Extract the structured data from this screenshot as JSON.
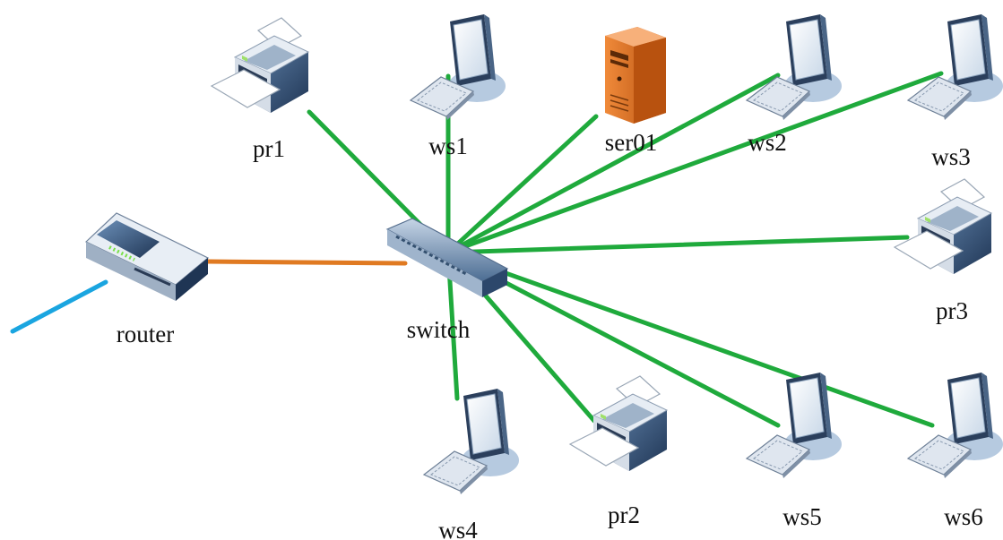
{
  "nodes": {
    "pr1": {
      "label": "pr1",
      "kind": "printer-icon"
    },
    "ws1": {
      "label": "ws1",
      "kind": "workstation-icon"
    },
    "ser01": {
      "label": "ser01",
      "kind": "server-icon"
    },
    "ws2": {
      "label": "ws2",
      "kind": "workstation-icon"
    },
    "ws3": {
      "label": "ws3",
      "kind": "workstation-icon"
    },
    "router": {
      "label": "router",
      "kind": "router-icon"
    },
    "switch": {
      "label": "switch",
      "kind": "switch-icon"
    },
    "pr3": {
      "label": "pr3",
      "kind": "printer-icon"
    },
    "ws4": {
      "label": "ws4",
      "kind": "workstation-icon"
    },
    "pr2": {
      "label": "pr2",
      "kind": "printer-icon"
    },
    "ws5": {
      "label": "ws5",
      "kind": "workstation-icon"
    },
    "ws6": {
      "label": "ws6",
      "kind": "workstation-icon"
    }
  },
  "colors": {
    "lan_link": "#1faa3c",
    "router_link": "#e07a22",
    "uplink": "#1aa5e0",
    "device_blue": "#2e4a6e",
    "device_face": "#5a7fa8",
    "server_orange": "#d9661c",
    "screen": "#dfe9f3"
  }
}
